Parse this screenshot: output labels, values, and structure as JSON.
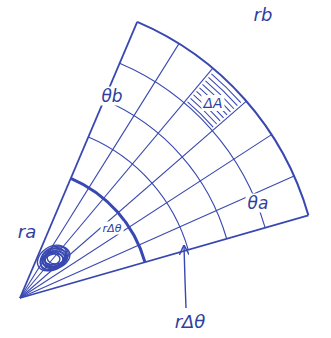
{
  "diagram": {
    "labels": [
      "rb",
      "θb",
      "ΔA",
      "ra",
      "rΔθ",
      "θa",
      "rΔθ"
    ]
  }
}
